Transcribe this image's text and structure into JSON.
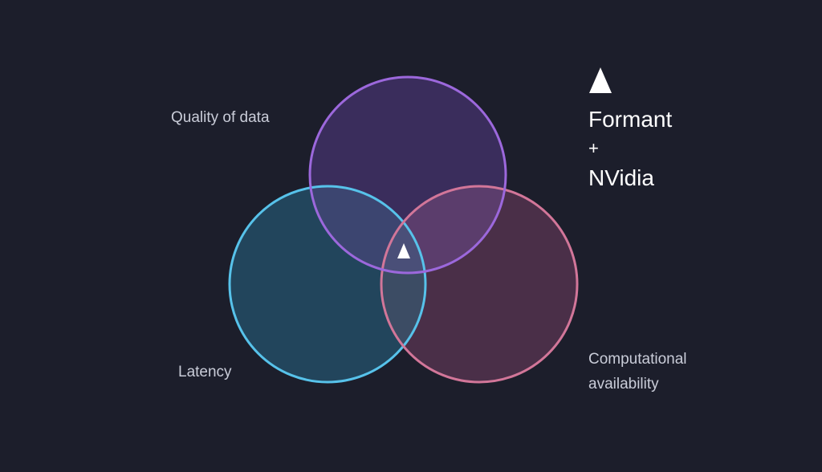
{
  "diagram": {
    "sets": [
      {
        "id": "quality",
        "label": "Quality of data",
        "fill": "#3a2d5c",
        "stroke": "#9c68dc"
      },
      {
        "id": "latency",
        "label": "Latency",
        "fill": "#22455c",
        "stroke": "#57c2ea"
      },
      {
        "id": "compute",
        "label_lines": [
          "Computational",
          "availability"
        ],
        "fill": "#4a2f48",
        "stroke": "#d27699"
      }
    ],
    "center_marker_icon": "triangle-icon",
    "legend": {
      "icon": "triangle-icon",
      "lines": [
        "Formant",
        "+",
        "NVidia"
      ]
    }
  },
  "colors": {
    "background": "#1c1e2b",
    "label_text": "#c9ccd8",
    "legend_text": "#ffffff",
    "overlap_quality_latency": "#3c4570",
    "overlap_quality_compute": "#5b3d6c",
    "overlap_latency_compute": "#3c4c64",
    "overlap_all": "#4a4f78"
  }
}
